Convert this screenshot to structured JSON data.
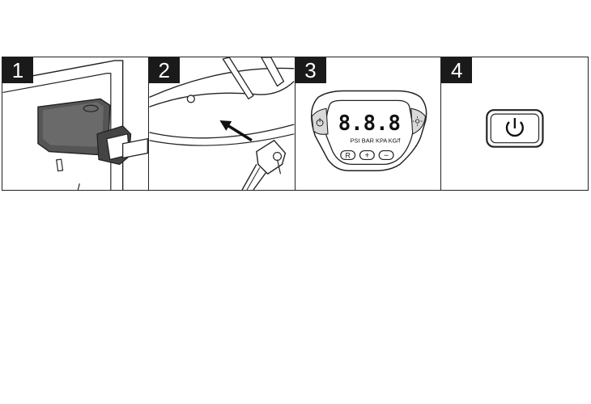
{
  "steps": [
    {
      "number": "1",
      "icon": "plug-into-socket-icon"
    },
    {
      "number": "2",
      "icon": "attach-nozzle-to-tire-valve-icon"
    },
    {
      "number": "3",
      "icon": "control-panel-display-icon",
      "display": {
        "digits": "8.8.8",
        "units": [
          "PSI",
          "BAR",
          "KPA",
          "KG/f"
        ],
        "buttons": [
          "R",
          "+",
          "−"
        ]
      }
    },
    {
      "number": "4",
      "icon": "power-button-icon"
    }
  ]
}
